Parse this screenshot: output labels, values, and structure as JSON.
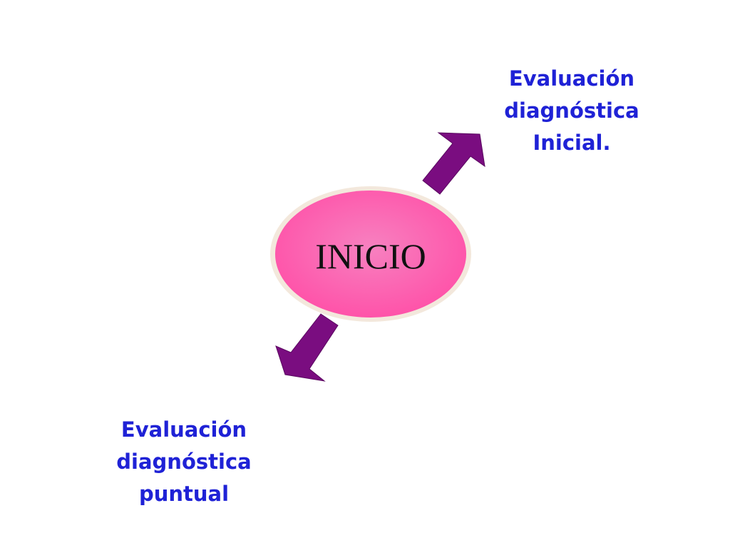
{
  "center_node": {
    "label": "INICIO",
    "fill_top": "#f781c0",
    "fill_bottom": "#ff4fa7",
    "rim": "#f3e8dc"
  },
  "top_right_node": {
    "lines": [
      "Evaluación",
      "diagnóstica",
      "Inicial."
    ]
  },
  "bottom_left_node": {
    "lines": [
      "Evaluación",
      "diagnóstica",
      "puntual"
    ]
  },
  "colors": {
    "label_text": "#1f22d6",
    "arrow": "#7a0d80",
    "arrow_edge": "#5a0860"
  }
}
